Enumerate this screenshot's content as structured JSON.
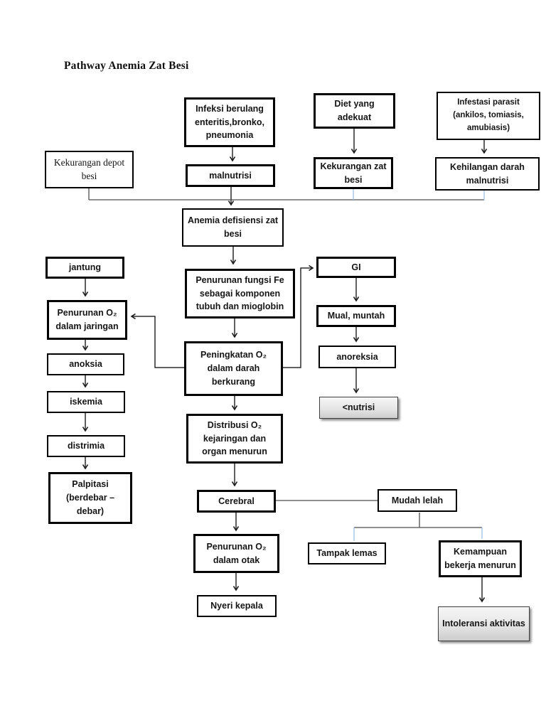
{
  "page": {
    "title": "Pathway Anemia Zat Besi"
  },
  "colors": {
    "box_border": "#000000",
    "connector": "#333333",
    "connector_accent": "#9dc3e6",
    "shaded_box_fill": "#d9d9d9"
  },
  "diagram": {
    "nodes": {
      "infeksi": {
        "label": "Infeksi berulang enteritis,bronko, pneumonia"
      },
      "diet": {
        "label": "Diet yang adekuat"
      },
      "infestasi": {
        "label": "Infestasi parasit (ankilos, tomiasis, amubiasis)"
      },
      "kekurangan_depot": {
        "label": "Kekurangan depot besi"
      },
      "malnutrisi": {
        "label": "malnutrisi"
      },
      "kekurangan_zat": {
        "label": "Kekurangan zat besi"
      },
      "kehilangan_darah": {
        "label": "Kehilangan darah malnutrisi"
      },
      "anemia": {
        "label": "Anemia defisiensi zat besi"
      },
      "jantung": {
        "label": "jantung"
      },
      "penurunan_jaringan": {
        "label": "Penurunan O₂ dalam jaringan"
      },
      "anoksia": {
        "label": "anoksia"
      },
      "iskemia": {
        "label": "iskemia"
      },
      "distrimia": {
        "label": "distrimia"
      },
      "palpitasi": {
        "label": "Palpitasi (berdebar – debar)"
      },
      "penurunan_fungsi": {
        "label": "Penurunan fungsi Fe sebagai komponen tubuh dan mioglobin"
      },
      "peningkatan": {
        "label": "Peningkatan O₂ dalam darah berkurang"
      },
      "gi": {
        "label": "GI"
      },
      "mual": {
        "label": "Mual, muntah"
      },
      "anoreksia": {
        "label": "anoreksia"
      },
      "nutrisi": {
        "label": "<nutrisi"
      },
      "distribusi": {
        "label": "Distribusi O₂ kejaringan dan organ menurun"
      },
      "cerebral": {
        "label": "Cerebral"
      },
      "mudah_lelah": {
        "label": "Mudah lelah"
      },
      "penurunan_otak": {
        "label": "Penurunan O₂ dalam otak"
      },
      "tampak_lemas": {
        "label": "Tampak lemas"
      },
      "kemampuan": {
        "label": "Kemampuan bekerja menurun"
      },
      "nyeri_kepala": {
        "label": "Nyeri kepala"
      },
      "intoleransi": {
        "label": "Intoleransi aktivitas"
      }
    },
    "edges": [
      {
        "from": "infeksi",
        "to": "malnutrisi"
      },
      {
        "from": "diet",
        "to": "kekurangan_zat"
      },
      {
        "from": "infestasi",
        "to": "kehilangan_darah"
      },
      {
        "from": "kekurangan_depot",
        "to": "anemia"
      },
      {
        "from": "malnutrisi",
        "to": "anemia"
      },
      {
        "from": "kekurangan_zat",
        "to": "anemia"
      },
      {
        "from": "kehilangan_darah",
        "to": "anemia"
      },
      {
        "from": "anemia",
        "to": "penurunan_fungsi"
      },
      {
        "from": "penurunan_fungsi",
        "to": "peningkatan"
      },
      {
        "from": "peningkatan",
        "to": "gi"
      },
      {
        "from": "peningkatan",
        "to": "penurunan_jaringan"
      },
      {
        "from": "jantung",
        "to": "penurunan_jaringan"
      },
      {
        "from": "penurunan_jaringan",
        "to": "anoksia"
      },
      {
        "from": "anoksia",
        "to": "iskemia"
      },
      {
        "from": "iskemia",
        "to": "distrimia"
      },
      {
        "from": "distrimia",
        "to": "palpitasi"
      },
      {
        "from": "peningkatan",
        "to": "distribusi"
      },
      {
        "from": "distribusi",
        "to": "cerebral"
      },
      {
        "from": "gi",
        "to": "mual"
      },
      {
        "from": "mual",
        "to": "anoreksia"
      },
      {
        "from": "anoreksia",
        "to": "nutrisi"
      },
      {
        "from": "cerebral",
        "to": "penurunan_otak"
      },
      {
        "from": "penurunan_otak",
        "to": "nyeri_kepala"
      },
      {
        "from": "cerebral",
        "to": "mudah_lelah"
      },
      {
        "from": "mudah_lelah",
        "to": "tampak_lemas"
      },
      {
        "from": "mudah_lelah",
        "to": "kemampuan"
      },
      {
        "from": "kemampuan",
        "to": "intoleransi"
      }
    ]
  }
}
